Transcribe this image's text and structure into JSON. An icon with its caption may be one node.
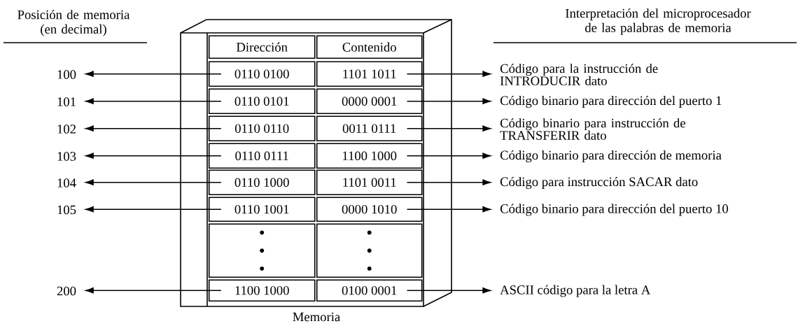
{
  "diagram": {
    "nodes": [
      {
        "text": [],
        "shape": "box",
        "beside": [
          "Memoria"
        ]
      },
      {
        "text": [
          "Dirección"
        ],
        "in": 0
      },
      {
        "text": [
          "Contenido"
        ],
        "in": 0
      },
      {
        "text": [
          "0110 0100"
        ],
        "in": 0
      },
      {
        "text": [
          "1101 1011"
        ],
        "in": 0
      },
      {
        "text": [
          "0110 0101"
        ],
        "in": 0
      },
      {
        "text": [
          "0000 0001"
        ],
        "in": 0
      },
      {
        "text": [
          "0110 0110"
        ],
        "in": 0
      },
      {
        "text": [
          "0011 0111"
        ],
        "in": 0
      },
      {
        "text": [
          "0110 0111"
        ],
        "in": 0
      },
      {
        "text": [
          "1100 1000"
        ],
        "in": 0
      },
      {
        "text": [
          "0110 1000"
        ],
        "in": 0
      },
      {
        "text": [
          "1101 0011"
        ],
        "in": 0
      },
      {
        "text": [
          "0110 1001"
        ],
        "in": 0
      },
      {
        "text": [
          "0000 1010"
        ],
        "in": 0
      },
      {
        "text": [],
        "shape": "box",
        "in": 0
      },
      {
        "text": [],
        "shape": "box",
        "in": 0
      },
      {
        "text": [
          "1100 1000"
        ],
        "in": 0
      },
      {
        "text": [
          "0100 0001"
        ],
        "in": 0
      },
      {
        "text": [
          "100"
        ]
      },
      {
        "text": [
          "101"
        ]
      },
      {
        "text": [
          "102"
        ]
      },
      {
        "text": [
          "103"
        ]
      },
      {
        "text": [
          "104"
        ]
      },
      {
        "text": [
          "105"
        ]
      },
      {
        "text": [
          "200"
        ]
      },
      {
        "text": [
          "Código para la instrucción de INTRODUCIR dato"
        ]
      },
      {
        "text": [
          "Código binario para dirección del puerto 1"
        ]
      },
      {
        "text": [
          "Código binario para instrucción de TRANSFERIR dato"
        ]
      },
      {
        "text": [
          "Código binario para dirección de memoria"
        ]
      },
      {
        "text": [
          "Código para instrucción SACAR dato"
        ]
      },
      {
        "text": [
          "Código binario para dirección del puerto 10"
        ]
      },
      {
        "text": [
          "ASCII código para la letra A"
        ]
      }
    ],
    "edges": [
      {
        "from": 3,
        "to": 19,
        "arrow": "to"
      },
      {
        "from": 5,
        "to": 20,
        "arrow": "to"
      },
      {
        "from": 7,
        "to": 21,
        "arrow": "to"
      },
      {
        "from": 9,
        "to": 22,
        "arrow": "to"
      },
      {
        "from": 11,
        "to": 23,
        "arrow": "to"
      },
      {
        "from": 13,
        "to": 24,
        "arrow": "to"
      },
      {
        "from": 17,
        "to": 25,
        "arrow": "to"
      },
      {
        "from": 4,
        "to": 26,
        "arrow": "to"
      },
      {
        "from": 6,
        "to": 27,
        "arrow": "to"
      },
      {
        "from": 8,
        "to": 28,
        "arrow": "to"
      },
      {
        "from": 10,
        "to": 29,
        "arrow": "to"
      },
      {
        "from": 12,
        "to": 30,
        "arrow": "to"
      },
      {
        "from": 14,
        "to": 31,
        "arrow": "to"
      },
      {
        "from": 18,
        "to": 32,
        "arrow": "to"
      }
    ],
    "labels": [
      "Posición de memoria (en decimal)",
      "Interpretación del microprocesador de las palabras de memoria"
    ]
  }
}
